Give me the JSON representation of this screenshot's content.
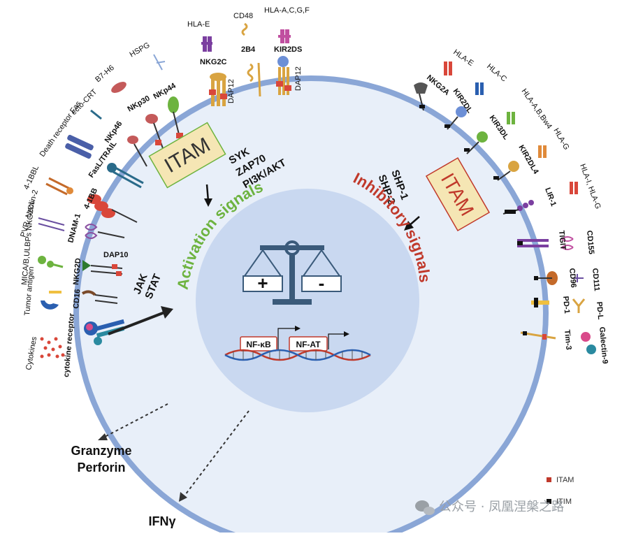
{
  "colors": {
    "cell_border": "#8aa6d6",
    "cytoplasm": "#e8eff9",
    "nucleus": "#c9d8f0",
    "activation_green": "#6db33f",
    "inhibitory_red": "#c0392b",
    "itam_box": "#f5e6b4",
    "receptor_red": "#d9473a",
    "itam_marker": "#c0392b",
    "itim_marker": "#111111"
  },
  "left_receptors": [
    "NKG2C",
    "DAP12",
    "2B4",
    "KIR2DS",
    "DAP12",
    "NKp44",
    "NKp30",
    "NKp46",
    "FasL/TRAIL",
    "4-1BB",
    "DNAM-1",
    "NKG2D",
    "DAP10",
    "CD16",
    "cytokine receptor"
  ],
  "left_ligands": [
    "HLA-E",
    "CD48",
    "HLA-A,C,G,F",
    "HSPG",
    "B7-H6",
    "ecto-CRT",
    "Death receptor Fas",
    "4-1BBL",
    "PVR, Nectin-2",
    "MICA/B,ULBPs NKG2DL",
    "Tumor antigen",
    "Cytokines"
  ],
  "right_receptors": [
    "NKG2A",
    "KIR2DL",
    "KIR3DL",
    "KIR2DL4",
    "LIR-1",
    "TIGIT",
    "CD96",
    "PD-1",
    "Tim-3"
  ],
  "right_ligands": [
    "HLA-E",
    "HLA-C",
    "HLA-A,B,Bw4",
    "HLA-G",
    "HLA-I, HLA-G",
    "CD155",
    "CD111",
    "PD-L",
    "Galectin-9"
  ],
  "center": {
    "itam_left": "ITAM",
    "itam_right": "ITAM",
    "activation_kinases": [
      "SYK",
      "ZAP70",
      "PI3K/AKT"
    ],
    "inhibitory_phosphatases": [
      "SHP-1",
      "SHP-2"
    ],
    "activation_label": "Activation signals",
    "inhibitory_label": "Inhibitory signals",
    "jak_stat": [
      "JAK",
      "STAT"
    ],
    "plus": "+",
    "minus": "-",
    "nfkb": "NF-κB",
    "nfat": "NF-AT"
  },
  "outputs": {
    "granzyme": "Granzyme",
    "perforin": "Perforin",
    "ifn": "IFNγ"
  },
  "legend": {
    "itam": "ITAM",
    "itim": "ITIM"
  },
  "watermark": "公众号 · 凤凰涅槃之路"
}
